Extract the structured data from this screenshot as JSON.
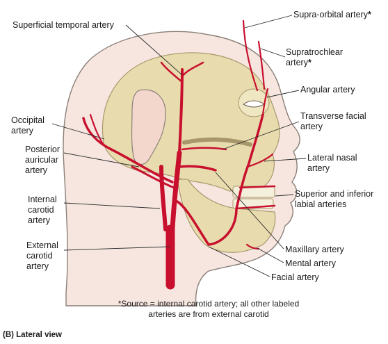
{
  "labels": {
    "superficial_temporal": "Superficial temporal artery",
    "supra_orbital": "Supra-orbital artery",
    "supra_orbital_mark": "*",
    "supratrochlear_1": "Supratrochlear",
    "supratrochlear_2": "artery",
    "supratrochlear_mark": "*",
    "angular": "Angular artery",
    "transverse_facial_1": "Transverse facial",
    "transverse_facial_2": "artery",
    "occipital_1": "Occipital",
    "occipital_2": "artery",
    "posterior_auricular_1": "Posterior",
    "posterior_auricular_2": "auricular",
    "posterior_auricular_3": "artery",
    "lateral_nasal_1": "Lateral nasal",
    "lateral_nasal_2": "artery",
    "internal_carotid_1": "Internal",
    "internal_carotid_2": "carotid",
    "internal_carotid_3": "artery",
    "labial_1": "Superior and inferior",
    "labial_2": "labial arteries",
    "external_carotid_1": "External",
    "external_carotid_2": "carotid",
    "external_carotid_3": "artery",
    "maxillary": "Maxillary artery",
    "mental": "Mental artery",
    "facial": "Facial artery"
  },
  "note": {
    "mark": "*",
    "line1": "Source = internal carotid artery; all other labeled",
    "line2": "arteries are from external carotid"
  },
  "caption": "(B) Lateral view",
  "colors": {
    "artery": "#c8102e",
    "skull": "#e8dcae",
    "skin": "#f7e6e0",
    "outline": "#8a7f78",
    "leader": "#2a2a2a"
  }
}
